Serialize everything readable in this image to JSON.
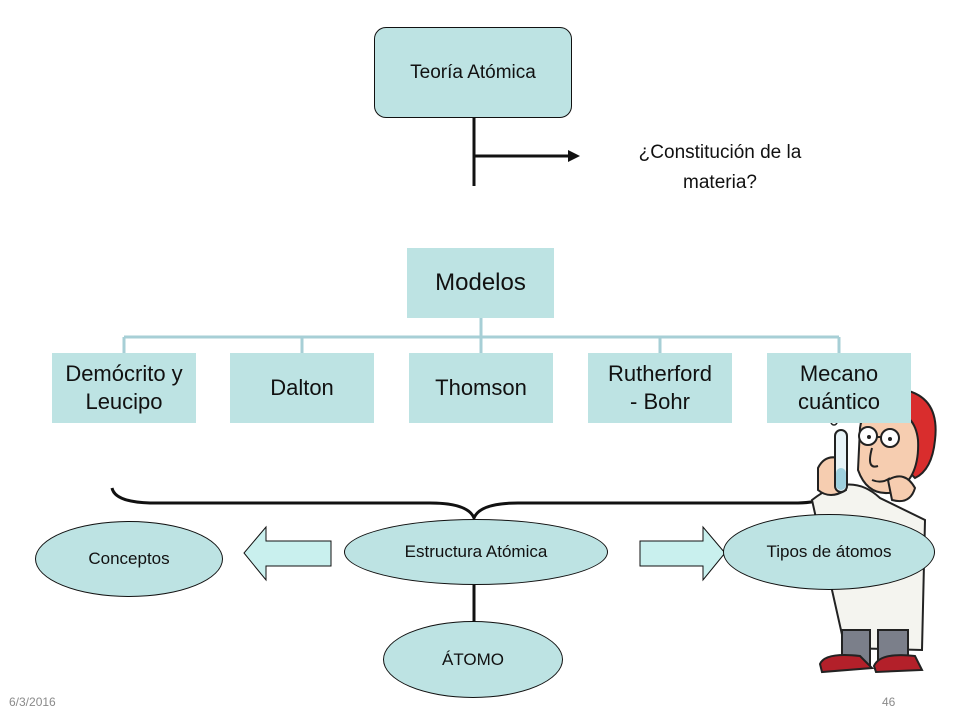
{
  "nodes": {
    "top": "Teoría Atómica",
    "question_line1": "¿Constitución de la",
    "question_line2": "materia?",
    "models": "Modelos",
    "model_items": [
      {
        "line1": "Demócrito y",
        "line2": "Leucipo"
      },
      {
        "line1": "Dalton",
        "line2": ""
      },
      {
        "line1": "Thomson",
        "line2": ""
      },
      {
        "line1": "Rutherford",
        "line2": "- Bohr"
      },
      {
        "line1": "Mecano",
        "line2": "cuántico"
      }
    ],
    "conceptos": "Conceptos",
    "estructura": "Estructura Atómica",
    "tipos": "Tipos de átomos",
    "atomo": "ÁTOMO"
  },
  "footer": {
    "date": "6/3/2016",
    "page": "46"
  },
  "colors": {
    "node_fill": "#bde3e3",
    "connector": "#a7cfd6",
    "arrow_fill": "#c9f0ee",
    "footer": "#8a8a8a"
  },
  "icons": {
    "scientist": "scientist-clipart-icon"
  }
}
